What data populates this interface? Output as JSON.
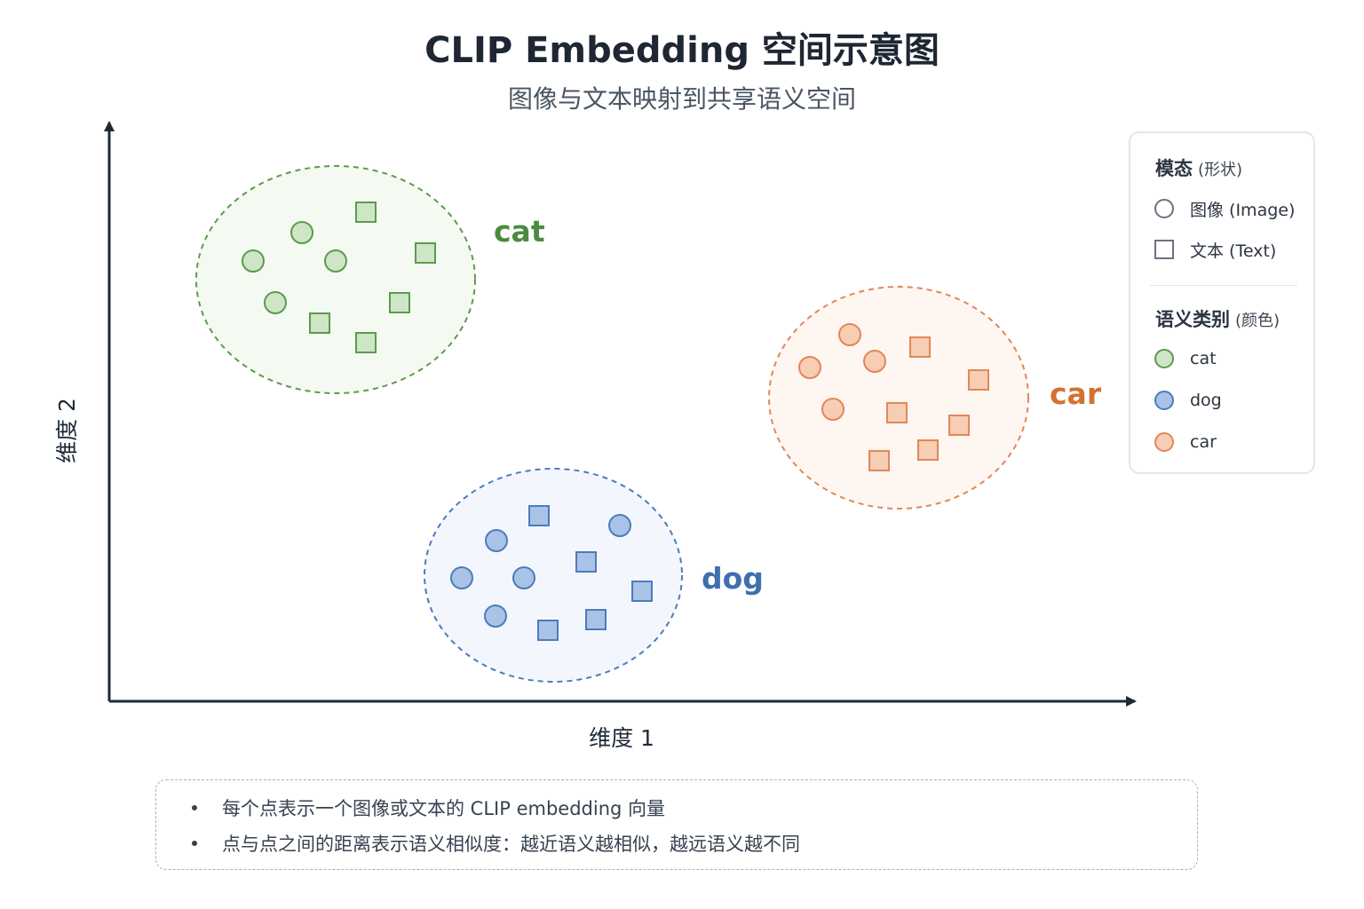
{
  "header": {
    "title": "CLIP Embedding 空间示意图",
    "subtitle": "图像与文本映射到共享语义空间"
  },
  "axes": {
    "x_label": "维度 1",
    "y_label": "维度 2"
  },
  "colors": {
    "cat": {
      "stroke": "#5c9a4f",
      "fill": "#cfe6c6",
      "region": "#f4faf2",
      "label": "#4d8a3f"
    },
    "dog": {
      "stroke": "#4c7bbd",
      "fill": "#a9c3e6",
      "region": "#f3f7fd",
      "label": "#3f6fae"
    },
    "car": {
      "stroke": "#e0875a",
      "fill": "#f7cdb3",
      "region": "#fef6f0",
      "label": "#d27232"
    },
    "axis": "#1f2a37"
  },
  "clusters": [
    {
      "name": "cat",
      "label": "cat",
      "images": [
        [
          340,
          262
        ],
        [
          285,
          294
        ],
        [
          378,
          294
        ],
        [
          310,
          341
        ]
      ],
      "texts": [
        [
          412,
          239
        ],
        [
          479,
          285
        ],
        [
          450,
          341
        ],
        [
          360,
          364
        ],
        [
          412,
          386
        ]
      ]
    },
    {
      "name": "dog",
      "label": "dog",
      "images": [
        [
          559,
          609
        ],
        [
          698,
          592
        ],
        [
          520,
          651
        ],
        [
          590,
          651
        ],
        [
          558,
          694
        ]
      ],
      "texts": [
        [
          607,
          581
        ],
        [
          660,
          633
        ],
        [
          723,
          666
        ],
        [
          671,
          698
        ],
        [
          617,
          710
        ]
      ]
    },
    {
      "name": "car",
      "label": "car",
      "images": [
        [
          957,
          377
        ],
        [
          912,
          414
        ],
        [
          985,
          407
        ],
        [
          938,
          461
        ]
      ],
      "texts": [
        [
          1036,
          391
        ],
        [
          1102,
          428
        ],
        [
          1010,
          465
        ],
        [
          1080,
          479
        ],
        [
          990,
          519
        ],
        [
          1045,
          507
        ]
      ]
    }
  ],
  "legend": {
    "modality_title": "模态",
    "modality_sub": "(形状)",
    "image_label": "图像 (Image)",
    "text_label": "文本 (Text)",
    "category_title": "语义类别",
    "category_sub": "(颜色)",
    "categories": [
      "cat",
      "dog",
      "car"
    ]
  },
  "notes": [
    "每个点表示一个图像或文本的 CLIP embedding 向量",
    "点与点之间的距离表示语义相似度：越近语义越相似，越远语义越不同"
  ]
}
